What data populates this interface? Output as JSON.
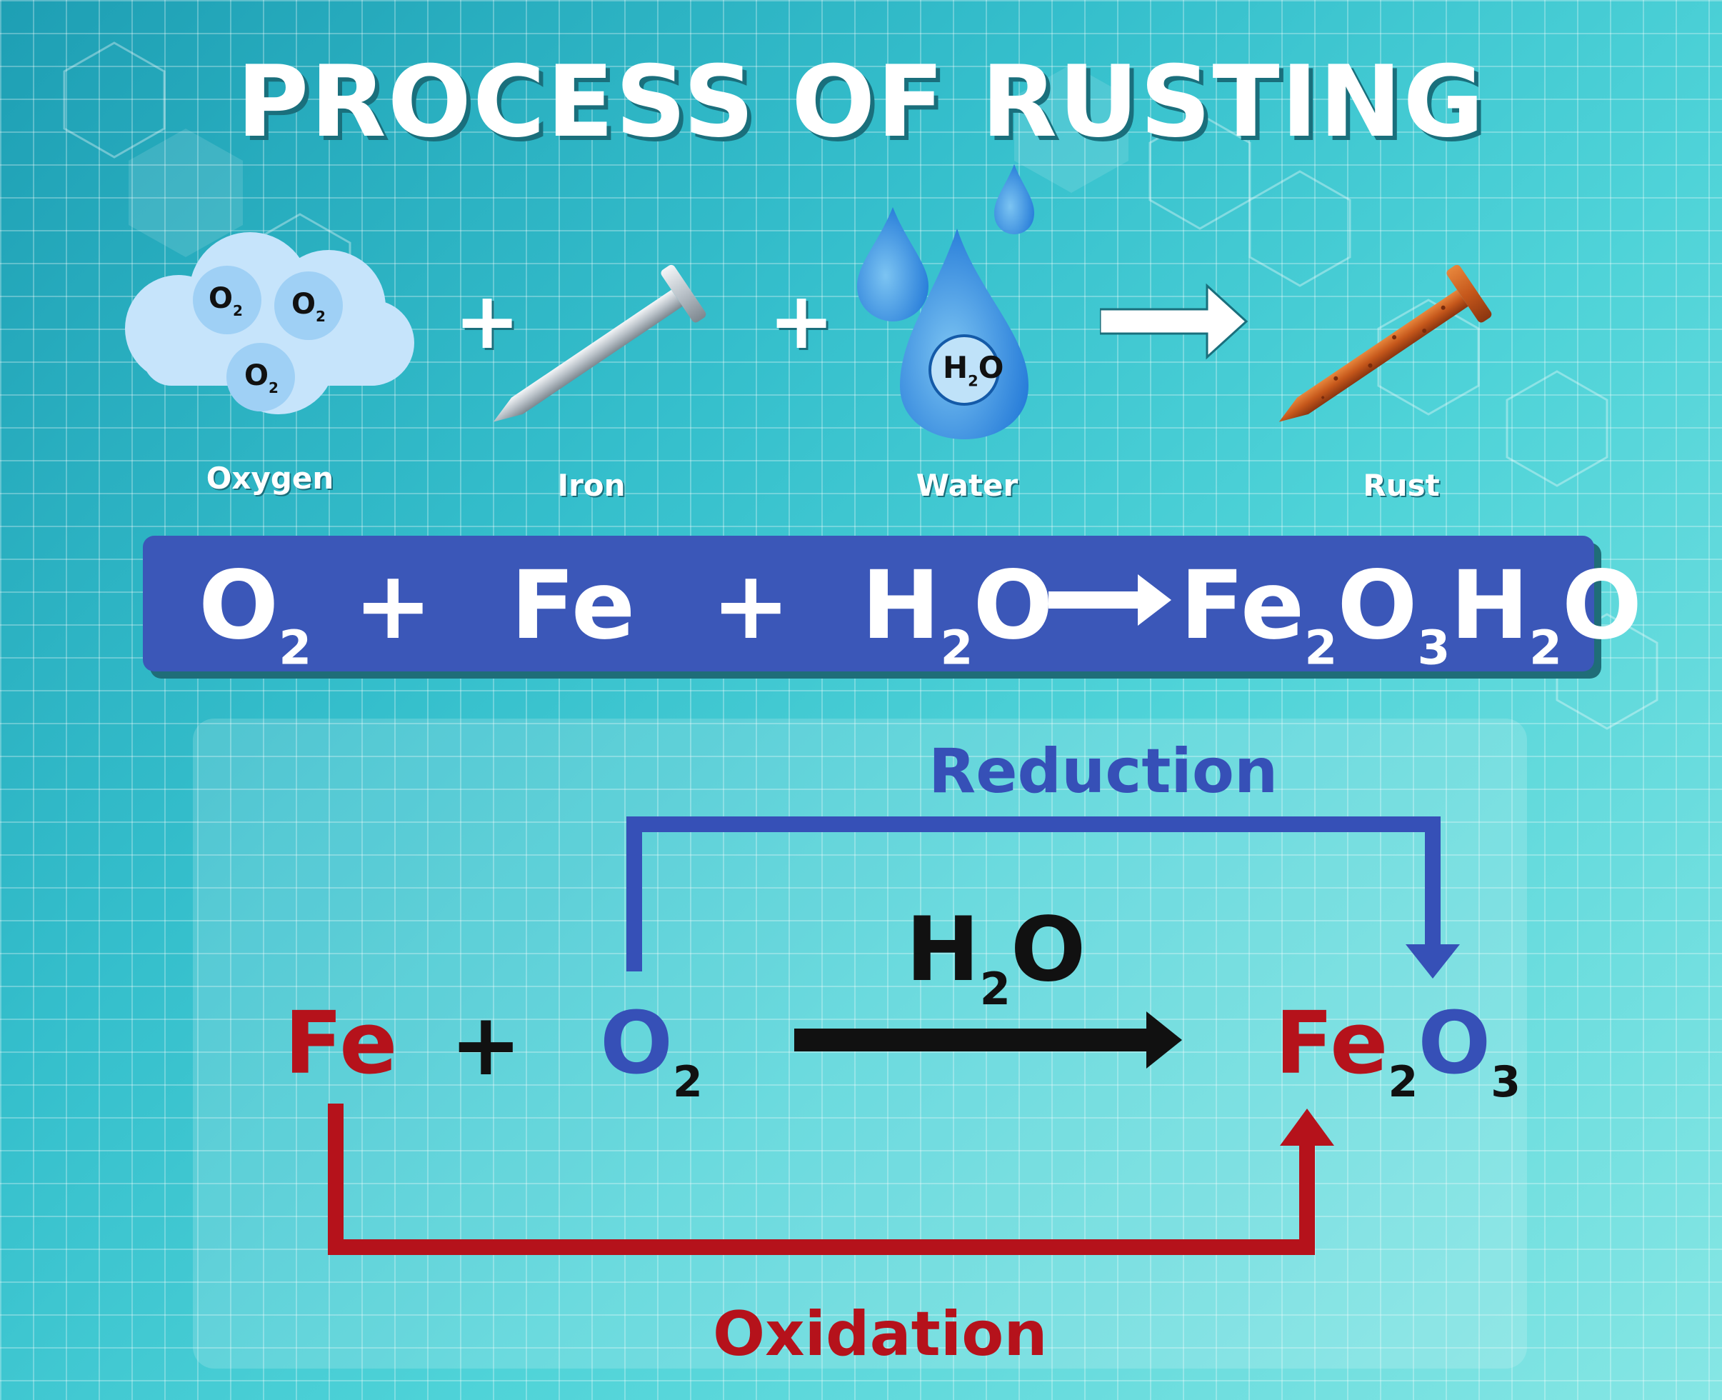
{
  "title": "PROCESS OF RUSTING",
  "reactants": {
    "oxygen": {
      "label": "Oxygen",
      "molecule_main": "O",
      "molecule_sub": "2"
    },
    "iron": {
      "label": "Iron"
    },
    "water": {
      "label": "Water",
      "molecule_h": "H",
      "molecule_sub": "2",
      "molecule_o": "O"
    },
    "rust": {
      "label": "Rust"
    },
    "plus": "+"
  },
  "equation": {
    "t1_main": "O",
    "t1_sub": "2",
    "plus": "+",
    "t2": "Fe",
    "t3_h": "H",
    "t3_sub": "2",
    "t3_o": "O",
    "p_fe": "Fe",
    "p_fe_sub": "2",
    "p_o": "O",
    "p_o_sub": "3",
    "p_h": "H",
    "p_h_sub": "2",
    "p_ho": "O"
  },
  "redox": {
    "reduction_label": "Reduction",
    "oxidation_label": "Oxidation",
    "fe": "Fe",
    "plus": "+",
    "o_main": "O",
    "o_sub": "2",
    "catalyst_h": "H",
    "catalyst_sub": "2",
    "catalyst_o": "O",
    "prod_fe": "Fe",
    "prod_fe_sub": "2",
    "prod_o": "O",
    "prod_o_sub": "3"
  },
  "colors": {
    "reduction": "#3650b7",
    "oxidation": "#b5121b",
    "equation_bar": "#3b57b8"
  }
}
